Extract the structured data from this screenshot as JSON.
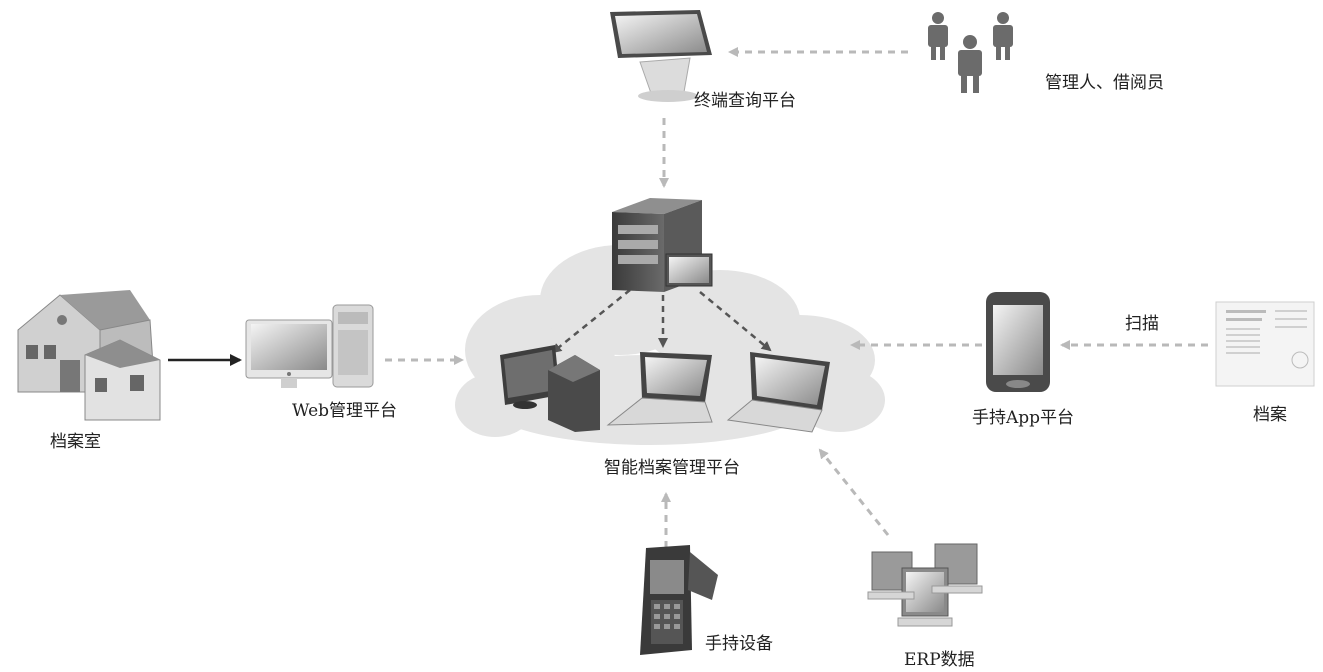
{
  "labels": {
    "terminal": "终端查询平台",
    "managers": "管理人、借阅员",
    "archive_room": "档案室",
    "web_platform": "Web管理平台",
    "center_platform": "智能档案管理平台",
    "scan": "扫描",
    "handheld_app": "手持App平台",
    "archive": "档案",
    "handheld_device": "手持设备",
    "erp": "ERP数据"
  },
  "colors": {
    "dashed_arrow": "#b9b9b9",
    "solid_arrow": "#222222",
    "center_arrow": "#555555",
    "cloud": "#e6e6e6"
  },
  "icons": {
    "terminal": "touch-kiosk-icon",
    "managers": "businessmen-icon",
    "archive_room": "building-icon",
    "web_platform": "desktop-computer-icon",
    "server": "server-tower-icon",
    "handheld_app": "smartphone-icon",
    "archive": "document-icon",
    "handheld_device": "rfid-scanner-icon",
    "erp": "erp-monitors-icon"
  }
}
